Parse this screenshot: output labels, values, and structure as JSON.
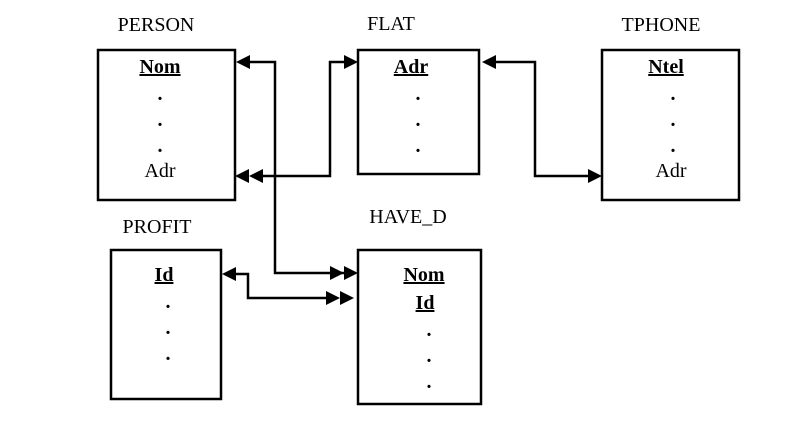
{
  "tables": {
    "person": {
      "title": "PERSON",
      "key": "Nom",
      "dots": [
        ".",
        ".",
        "."
      ],
      "attr": "Adr"
    },
    "flat": {
      "title": "FLAT",
      "key": "Adr",
      "dots": [
        ".",
        ".",
        "."
      ]
    },
    "tphone": {
      "title": "TPHONE",
      "key": "Ntel",
      "dots": [
        ".",
        ".",
        "."
      ],
      "attr": "Adr"
    },
    "profit": {
      "title": "PROFIT",
      "key": "Id",
      "dots": [
        ".",
        ".",
        "."
      ]
    },
    "have_d": {
      "title": "HAVE_D",
      "keys": [
        "Nom",
        "Id"
      ],
      "dots": [
        ".",
        ".",
        "."
      ]
    }
  },
  "relations": [
    {
      "from": "have_d.Nom",
      "to": "person.Nom"
    },
    {
      "from": "person.Adr",
      "to": "flat.Adr"
    },
    {
      "from": "tphone.Adr",
      "to": "flat.Adr"
    },
    {
      "from": "have_d.Id",
      "to": "profit.Id"
    }
  ]
}
